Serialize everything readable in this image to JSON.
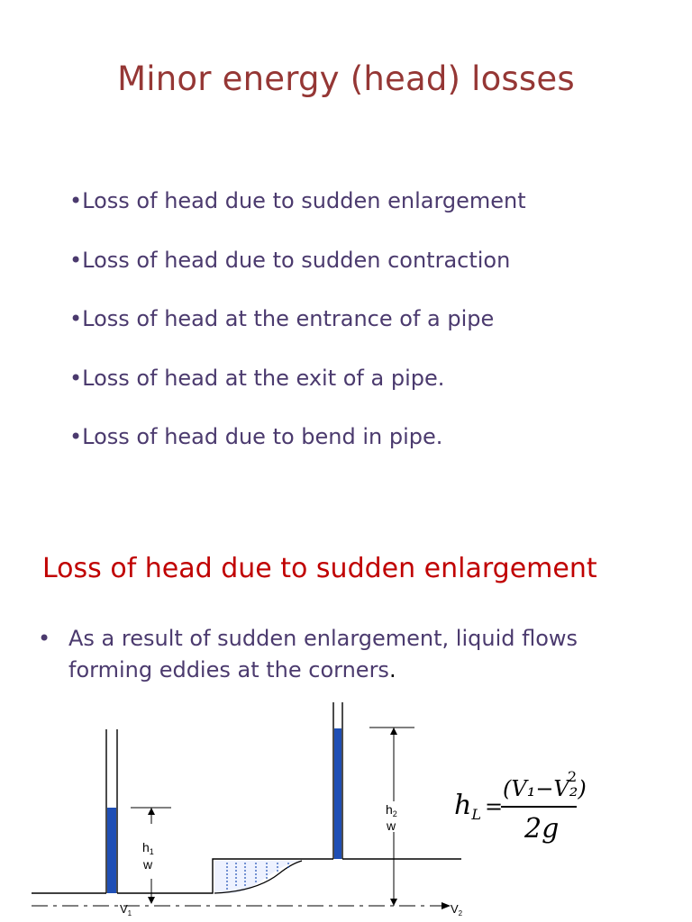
{
  "title": "Minor energy (head) losses",
  "bullets": [
    "•Loss of head due to sudden enlargement",
    "•Loss of head due to sudden contraction",
    "•Loss of head at the entrance of a pipe",
    "•Loss of head at the exit of a pipe.",
    "•Loss of head due to bend in pipe."
  ],
  "section": {
    "title": "Loss of head due to sudden enlargement",
    "bullet_symbol": "•",
    "text": "As a result of sudden enlargement, liquid flows forming eddies at the corners",
    "text_end": "."
  },
  "diagram": {
    "h1": "h",
    "h1_sub": "1",
    "w1": "w",
    "h2": "h",
    "h2_sub": "2",
    "w2": "w",
    "v1": "V",
    "v1_sub": "1",
    "v2": "V",
    "v2_sub": "2"
  },
  "formula": {
    "lhs": "h",
    "lhs_sub": "L",
    "equals": "=",
    "numerator": "(V₁−V₂)",
    "exponent": "2",
    "denominator": "2g"
  },
  "colors": {
    "title": "#953735",
    "bullet_text": "#4b3a6e",
    "section_title": "#c00000",
    "water": "#1f4fb5"
  }
}
